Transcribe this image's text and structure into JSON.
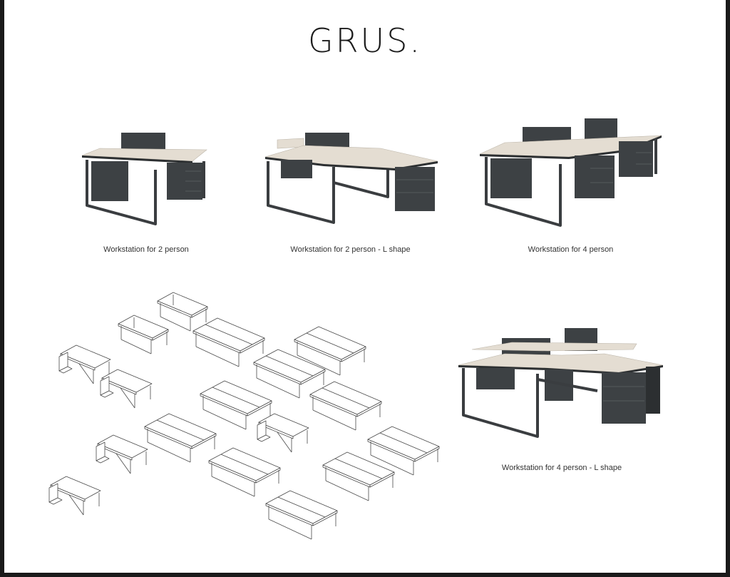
{
  "brand": {
    "title": "GRUS."
  },
  "products": [
    {
      "caption": "Workstation for 2 person"
    },
    {
      "caption": "Workstation for 2 person - L shape"
    },
    {
      "caption": "Workstation for 4 person"
    },
    {
      "caption": "Workstation for 4 person - L shape"
    }
  ],
  "colors": {
    "desktop": "#e4ddd2",
    "cabinet": "#3d4144",
    "frame": "#3a3d40",
    "line_drawing": "#4a4a4a"
  }
}
